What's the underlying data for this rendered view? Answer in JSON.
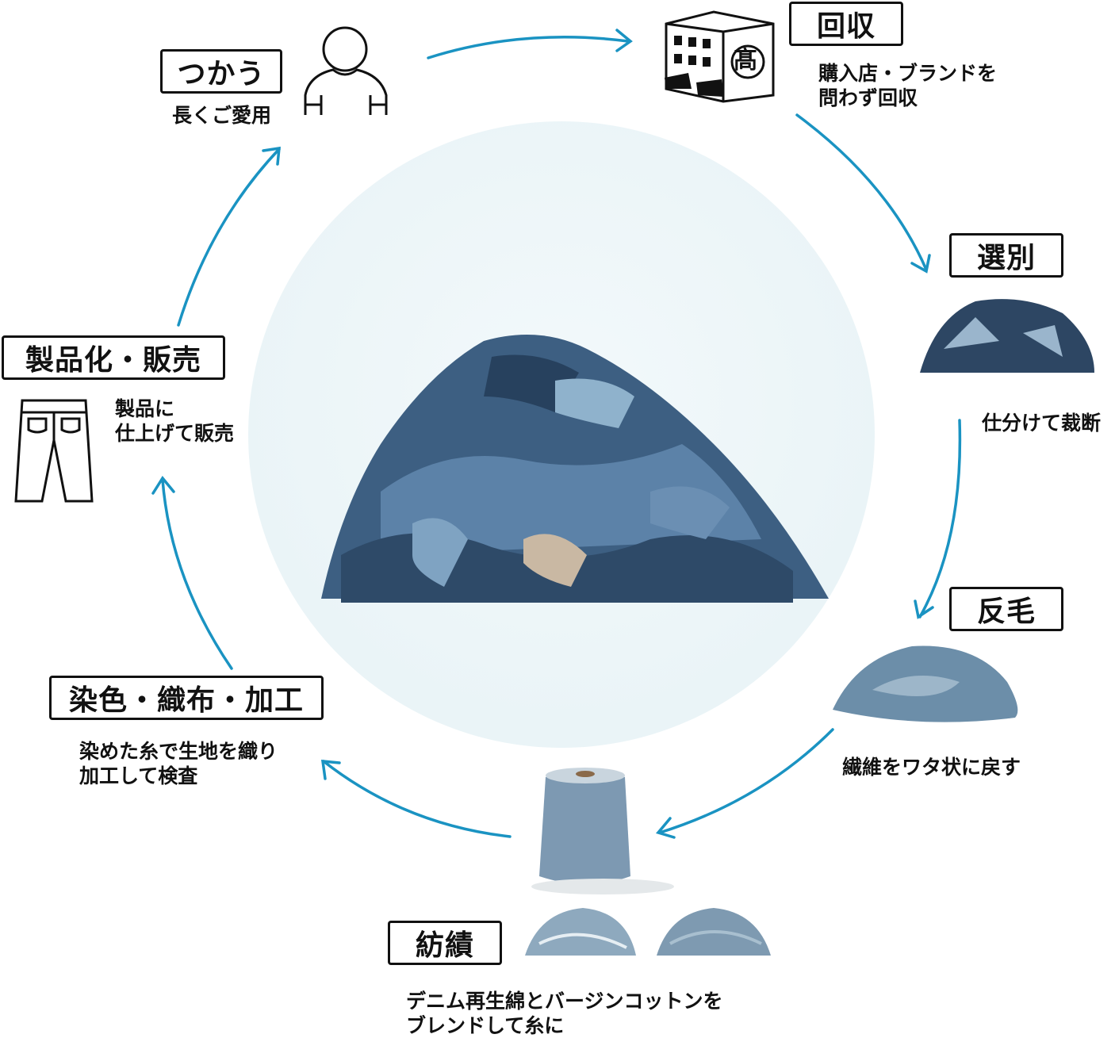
{
  "steps": [
    {
      "title": "つかう",
      "desc": "長くご愛用",
      "icon": "person-icon"
    },
    {
      "title": "回収",
      "desc": "購入店・ブランドを\n問わず回収",
      "icon": "store-building-icon"
    },
    {
      "title": "選別",
      "desc": "仕分けて裁断",
      "icon": "cut-denim-scraps-image"
    },
    {
      "title": "反毛",
      "desc": "繊維をワタ状に戻す",
      "icon": "cotton-fiber-image"
    },
    {
      "title": "紡績",
      "desc": "デニム再生綿とバージンコットンを\nブレンドして糸に",
      "icon": "yarn-cone-image"
    },
    {
      "title": "染色・織布・加工",
      "desc": "染めた糸で生地を織り\n加工して検査",
      "icon": ""
    },
    {
      "title": "製品化・販売",
      "desc": "製品に\n仕上げて販売",
      "icon": "jeans-icon"
    }
  ],
  "store_sign": "髙",
  "colors": {
    "arrow": "#1a93c2",
    "circle": "#eaf4f7",
    "denim": "#3d5f82"
  }
}
